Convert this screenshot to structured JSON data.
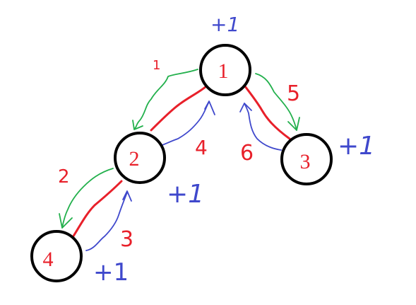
{
  "colors": {
    "red": "#e8202a",
    "green": "#22b04c",
    "blue": "#3f48cc",
    "black": "#000000"
  },
  "nodes": [
    {
      "id": "1",
      "label": "1"
    },
    {
      "id": "2",
      "label": "2"
    },
    {
      "id": "3",
      "label": "3"
    },
    {
      "id": "4",
      "label": "4"
    }
  ],
  "step_labels": {
    "s1": "1",
    "s2": "2",
    "s3": "3",
    "s4": "4",
    "s5": "5",
    "s6": "6"
  },
  "plus_one_label": "+1"
}
